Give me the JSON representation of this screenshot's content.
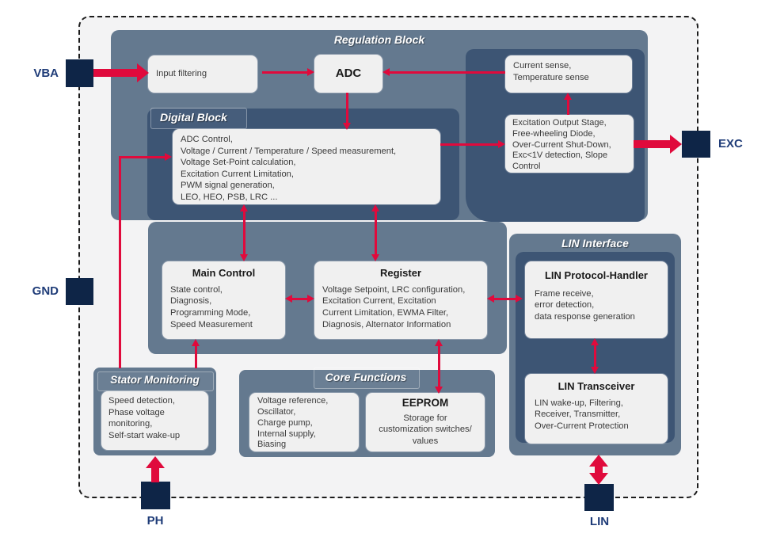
{
  "diagram": {
    "pins": {
      "vba": "VBA",
      "gnd": "GND",
      "exc": "EXC",
      "ph": "PH",
      "lin": "LIN"
    },
    "regulation": {
      "title": "Regulation Block",
      "input_filtering": "Input filtering",
      "adc": "ADC",
      "sense_lines": [
        "Current sense,",
        "Temperature sense"
      ],
      "excitation_lines": [
        "Excitation Output Stage,",
        "Free-wheeling Diode,",
        "Over-Current Shut-Down,",
        "Exc<1V detection, Slope",
        "Control"
      ]
    },
    "digital": {
      "title": "Digital Block",
      "lines": [
        "ADC Control,",
        "Voltage / Current / Temperature / Speed measurement,",
        "Voltage Set-Point calculation,",
        "Excitation Current Limitation,",
        "PWM signal generation,",
        "LEO, HEO, PSB, LRC ..."
      ]
    },
    "main_control": {
      "title": "Main Control",
      "lines": [
        "State control,",
        "Diagnosis,",
        "Programming Mode,",
        "Speed Measurement"
      ]
    },
    "register": {
      "title": "Register",
      "lines": [
        "Voltage Setpoint, LRC configuration,",
        "Excitation Current, Excitation",
        "Current Limitation, EWMA Filter,",
        "Diagnosis, Alternator Information"
      ]
    },
    "lin_interface": {
      "title": "LIN Interface",
      "protocol_handler": {
        "title": "LIN Protocol-Handler",
        "lines": [
          "Frame receive,",
          "error detection,",
          "data response generation"
        ]
      },
      "transceiver": {
        "title": "LIN Transceiver",
        "lines": [
          "LIN wake-up, Filtering,",
          "Receiver, Transmitter,",
          "Over-Current Protection"
        ]
      }
    },
    "stator": {
      "title": "Stator Monitoring",
      "lines": [
        "Speed detection,",
        "Phase voltage",
        "monitoring,",
        "Self-start wake-up"
      ]
    },
    "core": {
      "title": "Core Functions",
      "analog_lines": [
        "Voltage reference,",
        "Oscillator,",
        "Charge pump,",
        "Internal supply,",
        "Biasing"
      ],
      "eeprom": {
        "title": "EEPROM",
        "lines": [
          "Storage for",
          "customization switches/",
          "values"
        ]
      }
    },
    "colors": {
      "accent_red": "#e00a3c",
      "container_medium": "#64798f",
      "container_dark": "#3d5574",
      "pin_square": "#0e2547",
      "pin_label": "#1f3c78",
      "box_fill": "#f0f0f0",
      "chip_fill": "#f3f3f4"
    }
  }
}
